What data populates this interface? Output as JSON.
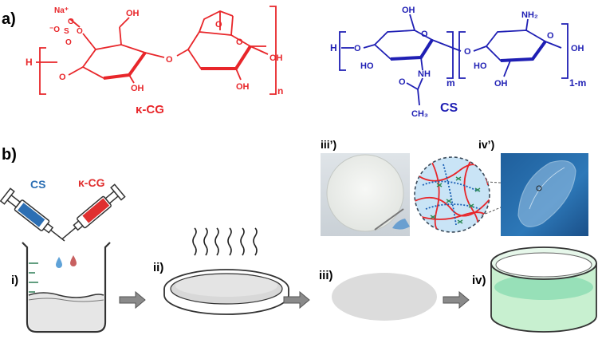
{
  "panel_a": {
    "label": "a)",
    "kcg": {
      "name": "κ-CG",
      "na_plus": "Na⁺",
      "sulfo_o_top": "O",
      "sulfo_o_minus": "⁻O",
      "sulfo_s": "S",
      "sulfo_o_right": "O",
      "sulfo_o_bottom": "O",
      "oh_ch2": "OH",
      "oh_ring1_bottom": "OH",
      "o_link": "O",
      "o_bridge": "O",
      "o_ring2": "O",
      "oh_ring2_bottom": "OH",
      "oh_ring2_right": "OH",
      "h_end": "H",
      "o_left": "O",
      "subscript": "n"
    },
    "cs": {
      "name": "CS",
      "h_end": "H",
      "o_left": "O",
      "oh_ch2_1": "OH",
      "o_ring1": "O",
      "ho_ring1": "HO",
      "nh": "NH",
      "o_carbonyl": "O",
      "ch3": "CH₃",
      "subscript_m": "m",
      "o_link": "O",
      "nh2": "NH₂",
      "o_ring2": "O",
      "ho_ring2": "HO",
      "oh_ch2_2": "OH",
      "oh_end": "OH",
      "subscript_1m": "1-m"
    }
  },
  "panel_b": {
    "label": "b)",
    "syringe_cs_label": "CS",
    "syringe_kcg_label": "κ-CG",
    "steps": [
      {
        "label": "i)"
      },
      {
        "label": "ii)"
      },
      {
        "label": "iii)"
      },
      {
        "label": "iv)"
      }
    ],
    "photo_labels": {
      "iii_prime": "iii’)",
      "iv_prime": "iv’)"
    }
  },
  "colors": {
    "kcg_red": "#e8262a",
    "cs_blue": "#1f1fb4",
    "syringe_blue": "#2c6fb4",
    "syringe_red": "#e03030",
    "arrow_gray": "#8a8a8a",
    "hydrogel_green": "#bfeec9"
  }
}
